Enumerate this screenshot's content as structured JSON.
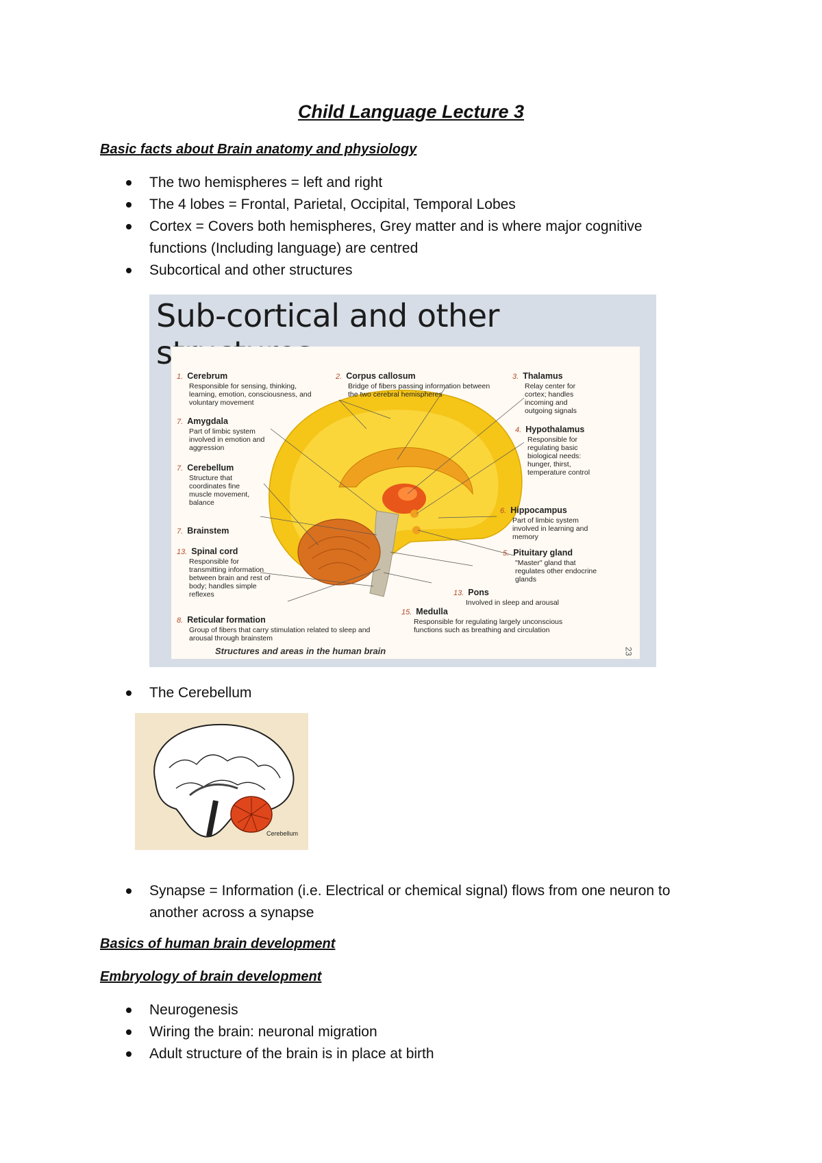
{
  "title": "Child Language Lecture 3",
  "section1": {
    "heading": "Basic facts about Brain anatomy and physiology",
    "bullets": [
      "The two hemispheres = left and right",
      "The 4 lobes = Frontal, Parietal, Occipital, Temporal Lobes",
      "Cortex = Covers both hemispheres, Grey matter and is where major cognitive functions (Including language) are centred",
      "Subcortical and other structures"
    ]
  },
  "figure1": {
    "title": "Sub-cortical and other structures",
    "caption": "Structures and areas in the human brain",
    "page_number": "23",
    "labels": [
      {
        "num": "1.",
        "name": "Cerebrum",
        "desc": "Responsible for sensing, thinking, learning, emotion, consciousness, and voluntary movement"
      },
      {
        "num": "2.",
        "name": "Corpus callosum",
        "desc": "Bridge of fibers passing information between the two cerebral hemispheres"
      },
      {
        "num": "3.",
        "name": "Thalamus",
        "desc": "Relay center for cortex; handles incoming and outgoing signals"
      },
      {
        "num": "7.",
        "name": "Amygdala",
        "desc": "Part of limbic system involved in emotion and aggression"
      },
      {
        "num": "4.",
        "name": "Hypothalamus",
        "desc": "Responsible for regulating basic biological needs: hunger, thirst, temperature control"
      },
      {
        "num": "7.",
        "name": "Cerebellum",
        "desc": "Structure that coordinates fine muscle movement, balance"
      },
      {
        "num": "6.",
        "name": "Hippocampus",
        "desc": "Part of limbic system involved in learning and memory"
      },
      {
        "num": "7.",
        "name": "Brainstem",
        "desc": ""
      },
      {
        "num": "5.",
        "name": "Pituitary gland",
        "desc": "\"Master\" gland that regulates other endocrine glands"
      },
      {
        "num": "13.",
        "name": "Spinal cord",
        "desc": "Responsible for transmitting information between brain and rest of body; handles simple reflexes"
      },
      {
        "num": "13.",
        "name": "Pons",
        "desc": "Involved in sleep and arousal"
      },
      {
        "num": "15.",
        "name": "Medulla",
        "desc": "Responsible for regulating largely unconscious functions such as breathing and circulation"
      },
      {
        "num": "8.",
        "name": "Reticular formation",
        "desc": "Group of fibers that carry stimulation related to sleep and arousal through brainstem"
      }
    ]
  },
  "section1b": {
    "bullets": [
      "The Cerebellum"
    ]
  },
  "figure2": {
    "label": "Cerebellum"
  },
  "section1c": {
    "bullets": [
      "Synapse = Information (i.e. Electrical or chemical signal) flows from one neuron to another across a synapse"
    ]
  },
  "section2": {
    "heading": "Basics of human brain development"
  },
  "section3": {
    "heading": "Embryology of brain development",
    "bullets": [
      "Neurogenesis",
      "Wiring the brain: neuronal migration",
      "Adult structure of the brain is in place at birth"
    ]
  },
  "colors": {
    "cerebrum": "#f5c518",
    "cerebrum_light": "#fde35a",
    "inner": "#f0a01f",
    "thalamus": "#e8561a",
    "cerebellum": "#d9701f",
    "brainstem": "#c7bfa9",
    "figure_bg": "#d6dde6",
    "figure2_bg": "#f2e5c9",
    "figure2_cerebellum": "#e0461b"
  }
}
